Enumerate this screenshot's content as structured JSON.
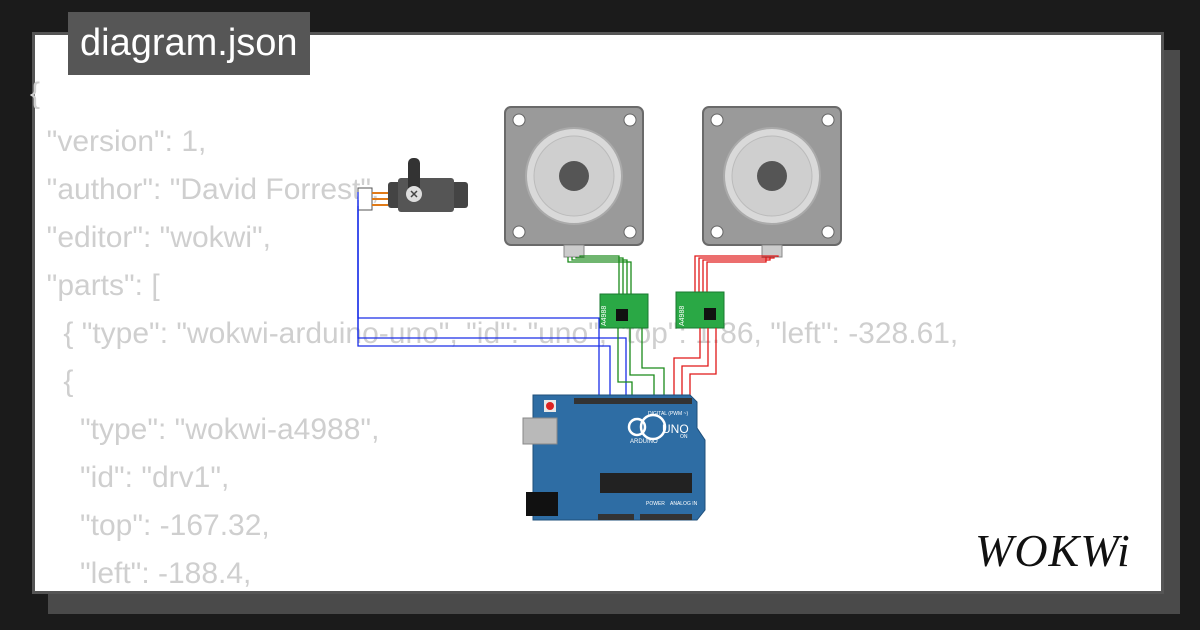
{
  "title": "diagram.json",
  "code_lines": [
    "{",
    "  \"version\": 1,",
    "  \"author\": \"David Forrest\",",
    "  \"editor\": \"wokwi\",",
    "  \"parts\": [",
    "    { \"type\": \"wokwi-arduino-uno\", \"id\": \"uno\", \"top\": 1.86, \"left\": -328.61,",
    "    {",
    "      \"type\": \"wokwi-a4988\",",
    "      \"id\": \"drv1\",",
    "      \"top\": -167.32,",
    "      \"left\": -188.4,"
  ],
  "parts": {
    "driver_label": "A4988",
    "board_label": "UNO",
    "board_brand": "ARDUINO",
    "digital_label": "DIGITAL (PWM ~)",
    "power_label": "POWER",
    "analog_label": "ANALOG IN",
    "on_label": "ON"
  },
  "brand": "WOKWi",
  "colors": {
    "background": "#1b1b1b",
    "card": "#ffffff",
    "code_text": "#cfcfcf",
    "tab": "#565656",
    "wire_blue": "#1a2ee8",
    "wire_green": "#1a8a1a",
    "wire_red": "#e01818",
    "driver_board": "#2aa845",
    "uno_board": "#2e6da4"
  }
}
